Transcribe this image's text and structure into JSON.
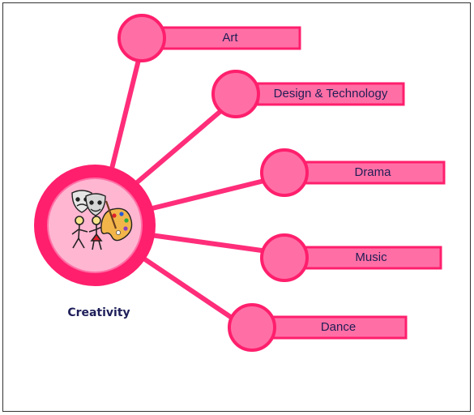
{
  "hub": {
    "label": "Creativity",
    "icons": [
      "theatre-masks-icon",
      "dancing-figures-icon",
      "paint-palette-icon"
    ]
  },
  "branches": [
    {
      "label": "Art"
    },
    {
      "label": "Design & Technology"
    },
    {
      "label": "Drama"
    },
    {
      "label": "Music"
    },
    {
      "label": "Dance"
    }
  ],
  "colors": {
    "line": "#ff2d7a",
    "node_fill": "#ff6fa6",
    "hub_outer": "#ff1f6c",
    "hub_inner": "#ffb6d1",
    "bar_fill": "#ff6fa6",
    "bar_border": "#ff1f6c",
    "label_text": "#1e1e55"
  }
}
